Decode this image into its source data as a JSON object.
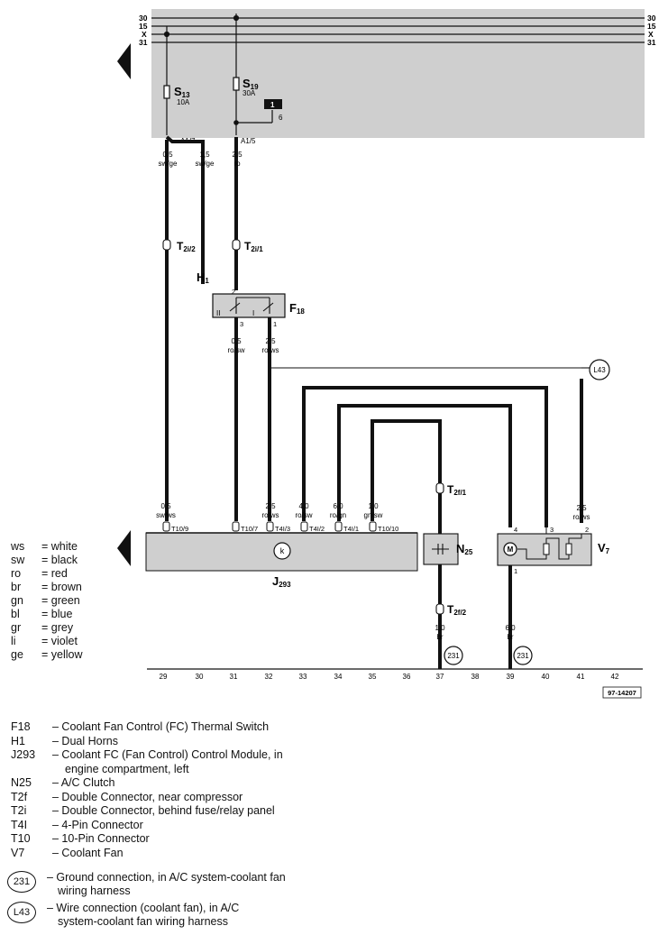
{
  "rails": {
    "r30": "30",
    "r15": "15",
    "rx": "X",
    "r31": "31"
  },
  "fuses": {
    "s13": {
      "name": "S",
      "sub": "13",
      "rating": "10A"
    },
    "s19": {
      "name": "S",
      "sub": "19",
      "rating": "30A"
    }
  },
  "relay_box": {
    "label": "1",
    "pin": "6"
  },
  "terminals": {
    "a17": "A1/7",
    "a15": "A1/5"
  },
  "wires": {
    "w1": {
      "size": "0,5",
      "color": "sw/ge"
    },
    "w2": {
      "size": "1,5",
      "color": "sw/ge"
    },
    "w3": {
      "size": "2,5",
      "color": "ro"
    },
    "w4": {
      "size": "0,5",
      "color": "ro/sw"
    },
    "w5": {
      "size": "2,5",
      "color": "ro/ws"
    },
    "w6": {
      "size": "0,5",
      "color": "sw/ws"
    },
    "w7": {
      "size": "2,5",
      "color": "ro/ws"
    },
    "w8": {
      "size": "4,0",
      "color": "ro/sw"
    },
    "w9": {
      "size": "6,0",
      "color": "ro/gn"
    },
    "w10": {
      "size": "1,0",
      "color": "gn/sw"
    },
    "w11": {
      "size": "2,5",
      "color": "ro/ws"
    },
    "w12": {
      "size": "1,0",
      "color": "br"
    },
    "w13": {
      "size": "6,0",
      "color": "br"
    }
  },
  "connectors": {
    "t2i2": {
      "name": "T",
      "sub": "2i/2"
    },
    "t2i1": {
      "name": "T",
      "sub": "2i/1"
    },
    "t2f1": {
      "name": "T",
      "sub": "2f/1"
    },
    "t2f2": {
      "name": "T",
      "sub": "2f/2"
    },
    "t10_9": "T10/9",
    "t10_7": "T10/7",
    "t4i3": "T4I/3",
    "t4i2": "T4I/2",
    "t4i1": "T4I/1",
    "t10_10": "T10/10"
  },
  "components": {
    "h1": {
      "name": "H",
      "sub": "1"
    },
    "f18": {
      "name": "F",
      "sub": "18",
      "pin2": "2",
      "pin3": "3",
      "pin1": "1",
      "sw2": "II",
      "sw1": "I"
    },
    "j293": {
      "name": "J",
      "sub": "293",
      "symbol": "k"
    },
    "n25": {
      "name": "N",
      "sub": "25"
    },
    "v7": {
      "name": "V",
      "sub": "7",
      "motor": "M",
      "pin4": "4",
      "pin3": "3",
      "pin2": "2",
      "pin1": "1"
    }
  },
  "grounds": {
    "g1": "231",
    "g2": "231",
    "l43": "L43"
  },
  "track_numbers": [
    "29",
    "30",
    "31",
    "32",
    "33",
    "34",
    "35",
    "36",
    "37",
    "38",
    "39",
    "40",
    "41",
    "42"
  ],
  "figure_id": "97-14207",
  "color_legend": [
    {
      "code": "ws",
      "name": "white"
    },
    {
      "code": "sw",
      "name": "black"
    },
    {
      "code": "ro",
      "name": "red"
    },
    {
      "code": "br",
      "name": "brown"
    },
    {
      "code": "gn",
      "name": "green"
    },
    {
      "code": "bl",
      "name": "blue"
    },
    {
      "code": "gr",
      "name": "grey"
    },
    {
      "code": "li",
      "name": "violet"
    },
    {
      "code": "ge",
      "name": "yellow"
    }
  ],
  "component_legend": [
    {
      "code": "F18",
      "lines": [
        "Coolant Fan Control (FC) Thermal Switch"
      ]
    },
    {
      "code": "H1",
      "lines": [
        "Dual Horns"
      ]
    },
    {
      "code": "J293",
      "lines": [
        "Coolant FC (Fan Control) Control Module, in",
        "engine compartment, left"
      ]
    },
    {
      "code": "N25",
      "lines": [
        "A/C Clutch"
      ]
    },
    {
      "code": "T2f",
      "lines": [
        "Double Connector, near compressor"
      ]
    },
    {
      "code": "T2i",
      "lines": [
        "Double Connector, behind fuse/relay panel"
      ]
    },
    {
      "code": "T4I",
      "lines": [
        "4-Pin Connector"
      ]
    },
    {
      "code": "T10",
      "lines": [
        "10-Pin Connector"
      ]
    },
    {
      "code": "V7",
      "lines": [
        "Coolant Fan"
      ]
    }
  ],
  "circle_legend": [
    {
      "code": "231",
      "lines": [
        "Ground  connection, in A/C system-coolant fan",
        "wiring harness"
      ]
    },
    {
      "code": "L43",
      "lines": [
        "Wire connection (coolant fan), in A/C",
        "system-coolant fan wiring harness"
      ]
    }
  ],
  "colors": {
    "panel": "#cfcfcf",
    "ink": "#111111"
  }
}
